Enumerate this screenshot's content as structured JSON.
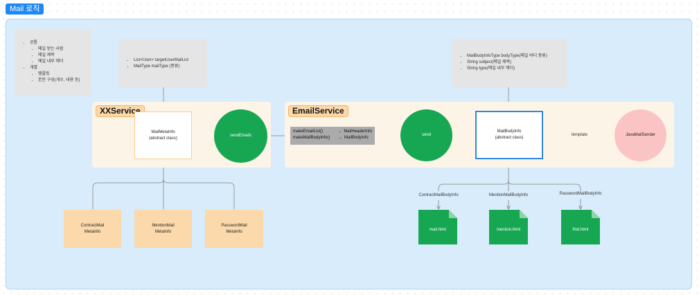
{
  "frame_title": "Mail 로직",
  "notes": {
    "general": {
      "common_label": "공통",
      "common_items": [
        "메일 받는 사람",
        "메일 제목",
        "메일 내부 헤더"
      ],
      "individual_label": "개별",
      "individual_items": [
        "템플릿",
        "본문 구성(개수, 내용 등)"
      ]
    },
    "service_input": {
      "items": [
        "List<User> targetUserMailList",
        "MailType mailType (종류)"
      ]
    },
    "mail_body": {
      "items": [
        "MailBodyInfoType bodyType(메일 바디 종류)",
        "String subject(메일 제목)",
        "String type(메일 내부 헤더)"
      ]
    }
  },
  "sections": {
    "xx_service": "XXService",
    "email_service": "EmailService"
  },
  "nodes": {
    "mail_meta_info": "MailMetaInfo\n(abstract class)",
    "send_emails": "sendEmails",
    "send": "send",
    "mail_body_info": "MailBodyInfo\n(abstract class)",
    "java_mail_sender": "JavaMailSender",
    "contract_meta": "ContractMail\nMetaInfo",
    "mention_meta": "MentionMail\nMetaInfo",
    "password_meta": "PasswordMail\nMetaInfo"
  },
  "methods": [
    {
      "method": "makeEmailList()",
      "arrow": "→",
      "target": "MailHeaderInfo"
    },
    {
      "method": "makeMailBodyInfo()",
      "arrow": "→",
      "target": "MailBodyInfo"
    }
  ],
  "edge_labels": {
    "template": "template"
  },
  "body_infos": [
    {
      "label": "ContractMailBodyInfo",
      "file": "mail.html"
    },
    {
      "label": "MentionMailBodyInfo",
      "file": "mention.html"
    },
    {
      "label": "PasswordMailBodyInfo",
      "file": "find.html"
    }
  ],
  "colors": {
    "frame_blue": "#1e88f5",
    "green": "#17a752",
    "pink": "#fbc4c4",
    "orange": "#fbd9ab",
    "abstract_border_blue": "#2d86e0"
  }
}
